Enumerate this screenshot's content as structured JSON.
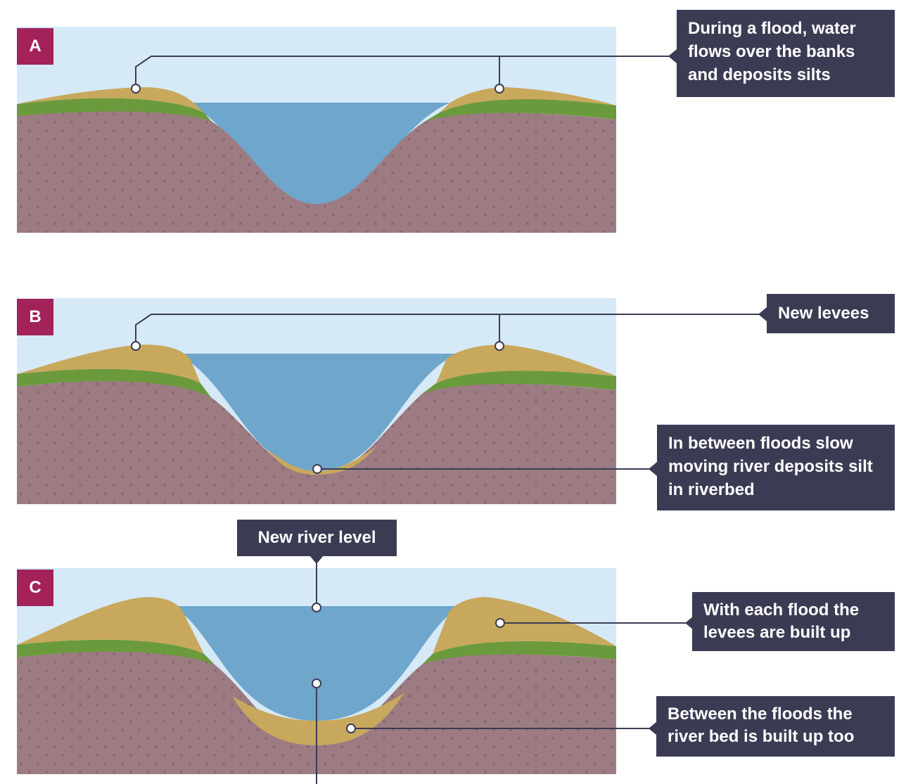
{
  "panels": [
    {
      "label": "A"
    },
    {
      "label": "B"
    },
    {
      "label": "C"
    }
  ],
  "callouts": {
    "a_flood": "During a flood, water flows over the banks and deposits silts",
    "b_levees": "New levees",
    "b_riverbed": "In between floods slow moving river deposits silt in riverbed",
    "c_river_level": "New river level",
    "c_levees_built": "With each flood the levees are built up",
    "c_bed_built": "Between the floods the river bed is built up too"
  },
  "colors": {
    "sky": "#d6e9f7",
    "water": "#6ea6cc",
    "silt": "#c8a85c",
    "grass": "#6b9a3c",
    "rock": "#9c7c82",
    "rock_dot": "#8a6a70",
    "label_bg": "#a3225a",
    "callout_bg": "#3b3c54",
    "leader": "#3b3c54"
  }
}
